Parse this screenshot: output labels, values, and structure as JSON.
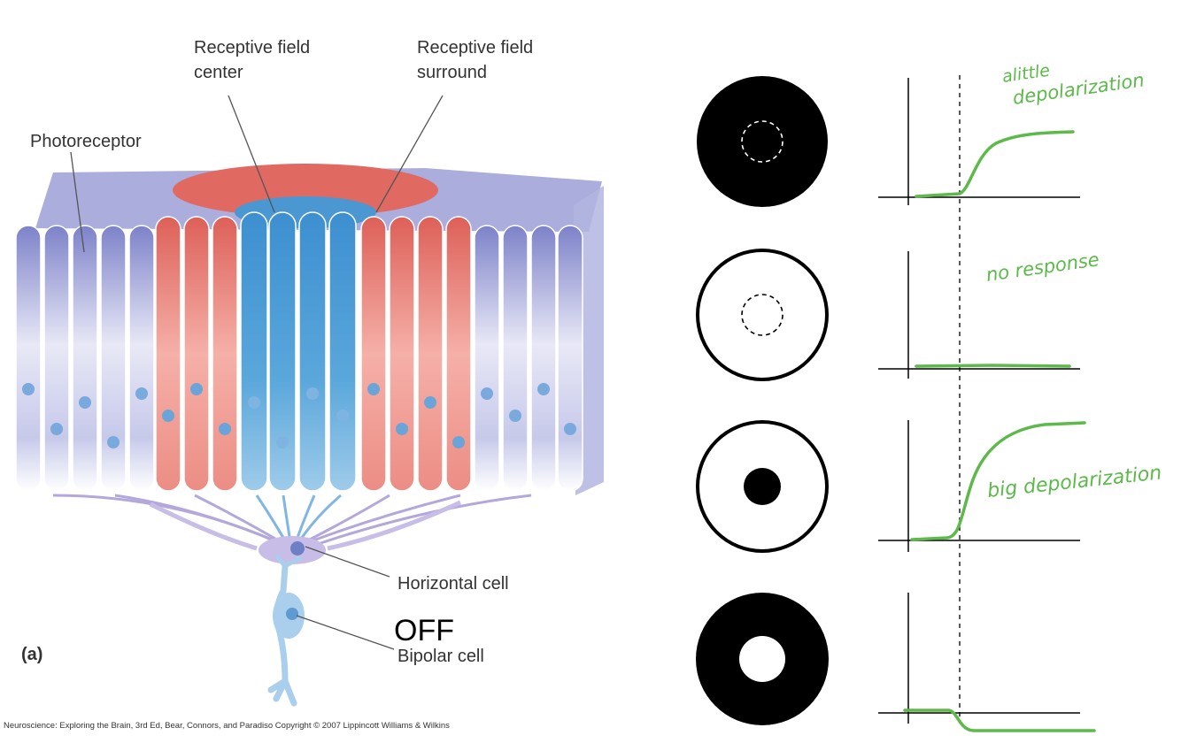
{
  "figure": {
    "panel_label": "(a)",
    "state_label": "OFF",
    "labels": {
      "photoreceptor": "Photoreceptor",
      "rf_center": [
        "Receptive field",
        "center"
      ],
      "rf_surround": [
        "Receptive field",
        "surround"
      ],
      "horizontal_cell": "Horizontal cell",
      "bipolar_cell": "Bipolar cell"
    },
    "credit": "Neuroscience: Exploring the Brain, 3rd Ed, Bear, Connors, and Paradiso Copyright © 2007 Lippincott Williams & Wilkins",
    "colors": {
      "photoreceptor": "#8c8fcf",
      "surround": "#e2766f",
      "center": "#4f9fd6",
      "bipolar": "#a9cfec",
      "trace": "#5cb94a"
    }
  },
  "responses": [
    {
      "stimulus": "dark-disc-with-dashed-center",
      "annotation": [
        "alittle",
        "depolarization"
      ],
      "response": "small-depolarization"
    },
    {
      "stimulus": "open-disc-with-dashed-center",
      "annotation": [
        "no response"
      ],
      "response": "flat"
    },
    {
      "stimulus": "dark-spot-in-center",
      "annotation": [
        "big depolarization"
      ],
      "response": "large-depolarization"
    },
    {
      "stimulus": "dark-ring-light-center",
      "annotation": [],
      "response": "hyperpolarization"
    }
  ]
}
